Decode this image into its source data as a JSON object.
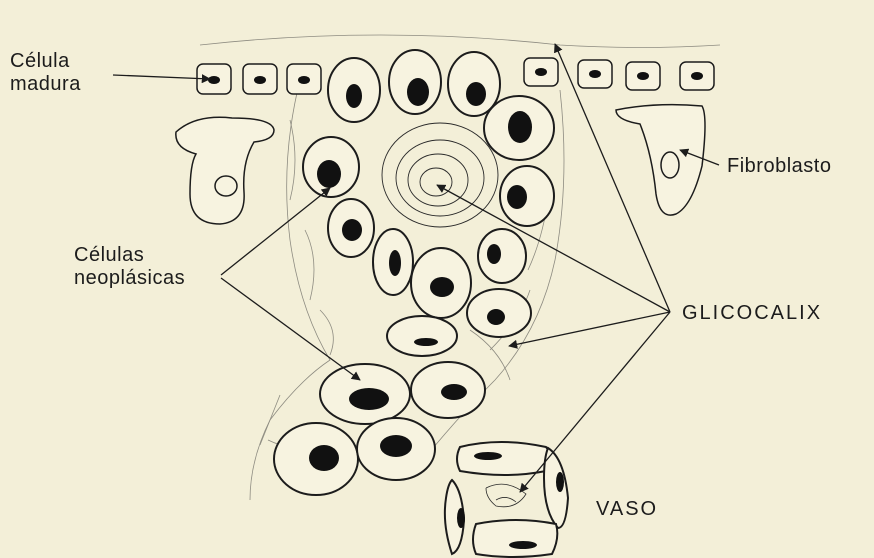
{
  "labels": {
    "mature_cell": [
      "Célula",
      "madura"
    ],
    "fibroblast": "Fibroblasto",
    "neoplastic_cells": [
      "Células",
      "neoplásicas"
    ],
    "glycocalyx": "GLICOCALIX",
    "vessel": "VASO"
  },
  "colors": {
    "background": "#f3efd8",
    "ink": "#1c1c1c",
    "nucleus": "#111111",
    "cell_fill": "#f7f3e0"
  }
}
